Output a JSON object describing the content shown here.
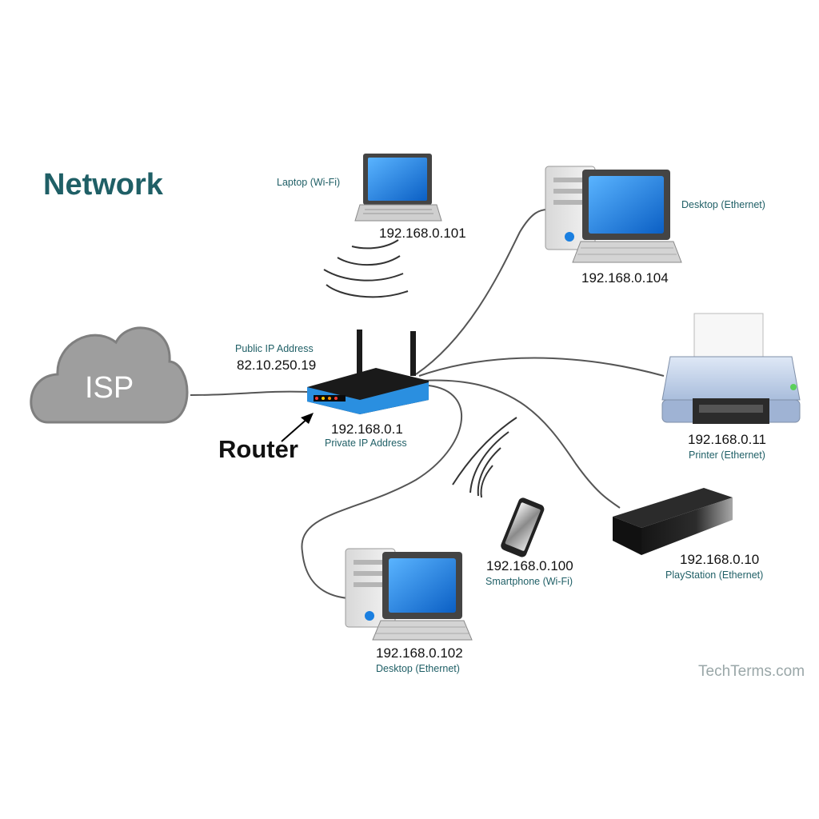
{
  "title": "Network",
  "isp": {
    "label": "ISP"
  },
  "router": {
    "word": "Router",
    "public_caption": "Public IP Address",
    "public_ip": "82.10.250.19",
    "private_ip": "192.168.0.1",
    "private_caption": "Private IP Address"
  },
  "devices": {
    "laptop": {
      "caption": "Laptop (Wi-Fi)",
      "ip": "192.168.0.101"
    },
    "desktop_top": {
      "caption": "Desktop (Ethernet)",
      "ip": "192.168.0.104"
    },
    "printer": {
      "caption": "Printer (Ethernet)",
      "ip": "192.168.0.11"
    },
    "playstation": {
      "caption": "PlayStation (Ethernet)",
      "ip": "192.168.0.10"
    },
    "smartphone": {
      "caption": "Smartphone (Wi-Fi)",
      "ip": "192.168.0.100"
    },
    "desktop_bottom": {
      "caption": "Desktop (Ethernet)",
      "ip": "192.168.0.102"
    }
  },
  "brand": "TechTerms.com",
  "colors": {
    "teal": "#1f5f66",
    "screen": "#1a7fe0",
    "router_blue": "#2a8fe0",
    "cloud": "#9e9e9e"
  }
}
